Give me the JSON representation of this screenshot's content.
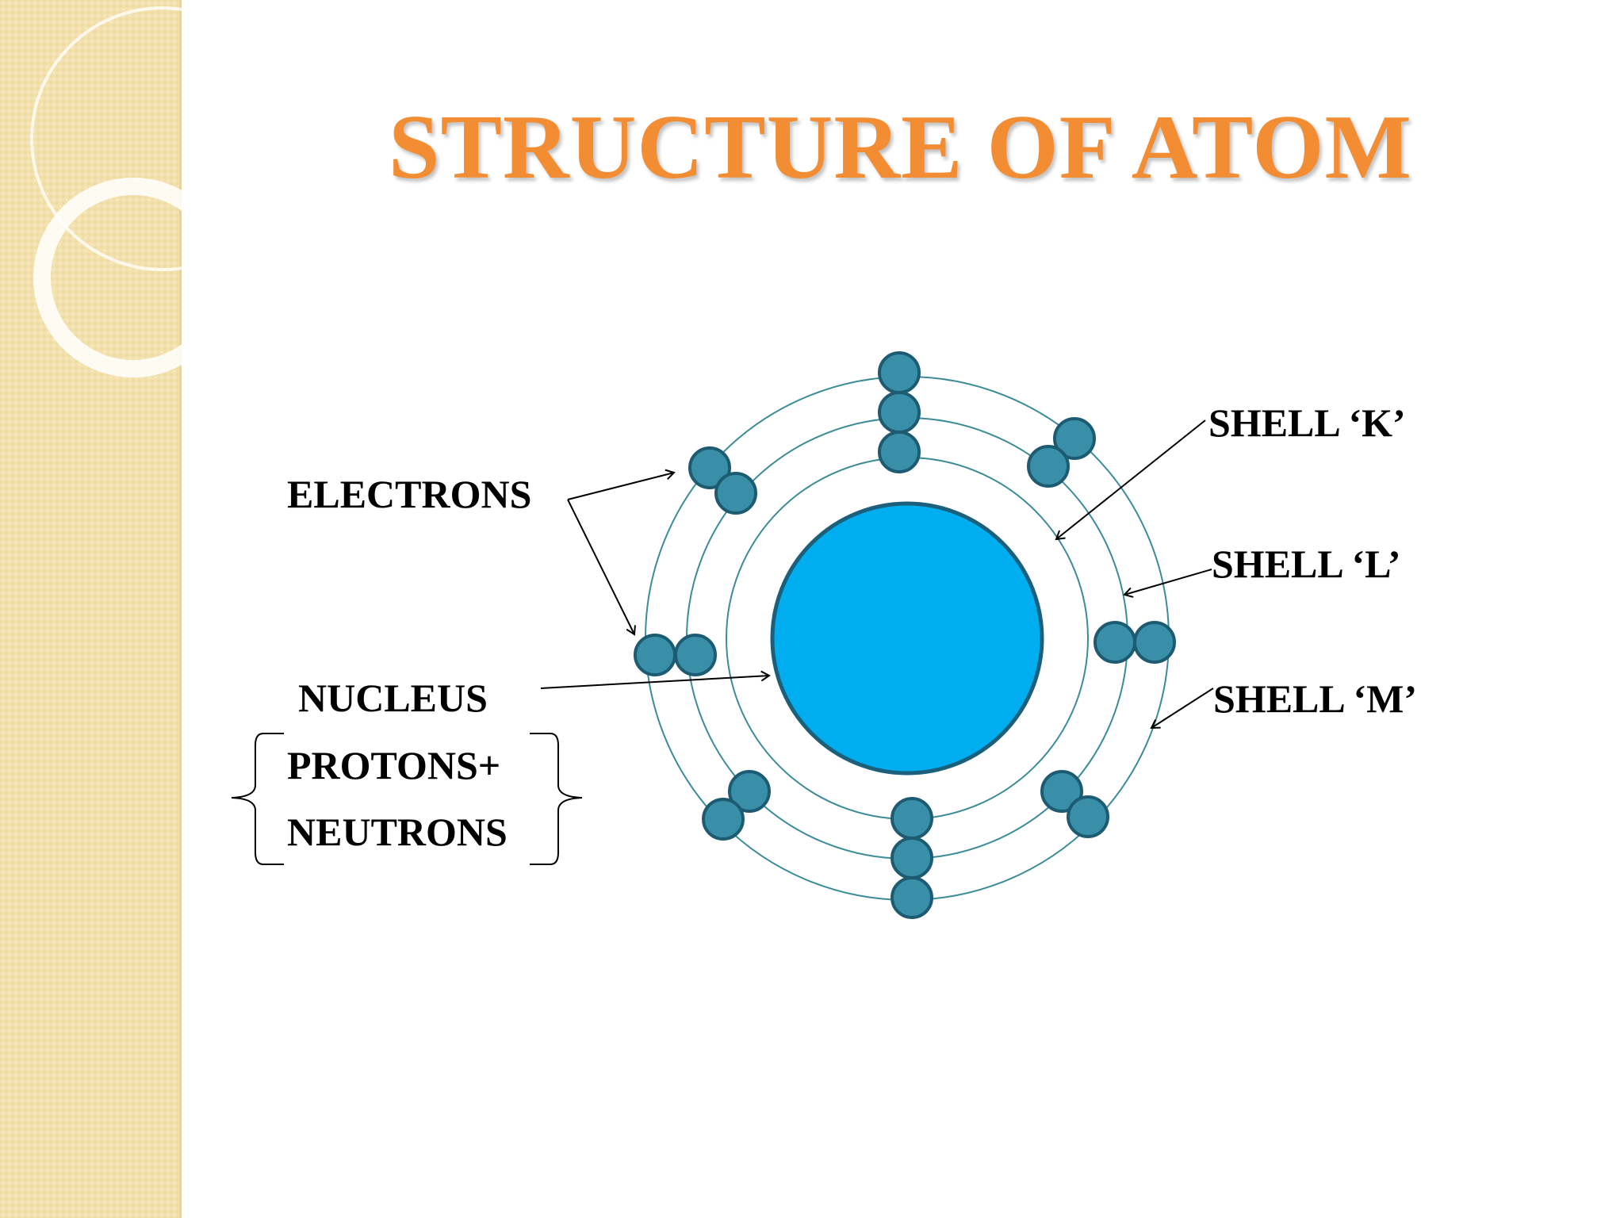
{
  "slide": {
    "title": "STRUCTURE OF ATOM",
    "labels": {
      "electrons": "ELECTRONS",
      "nucleus": "NUCLEUS",
      "protons": "PROTONS+",
      "neutrons": "NEUTRONS",
      "shell_k": "SHELL  ‘K’",
      "shell_l": "SHELL  ‘L’",
      "shell_m": "SHELL  ‘M’"
    }
  },
  "colors": {
    "title": "#f38d34",
    "nucleus_fill": "#00aeef",
    "nucleus_stroke": "#1b5f7a",
    "electron_fill": "#3a8fa8",
    "electron_stroke": "#1d5b72",
    "orbit_stroke": "#3c8c97",
    "side_panel": "#f3e1ad"
  }
}
